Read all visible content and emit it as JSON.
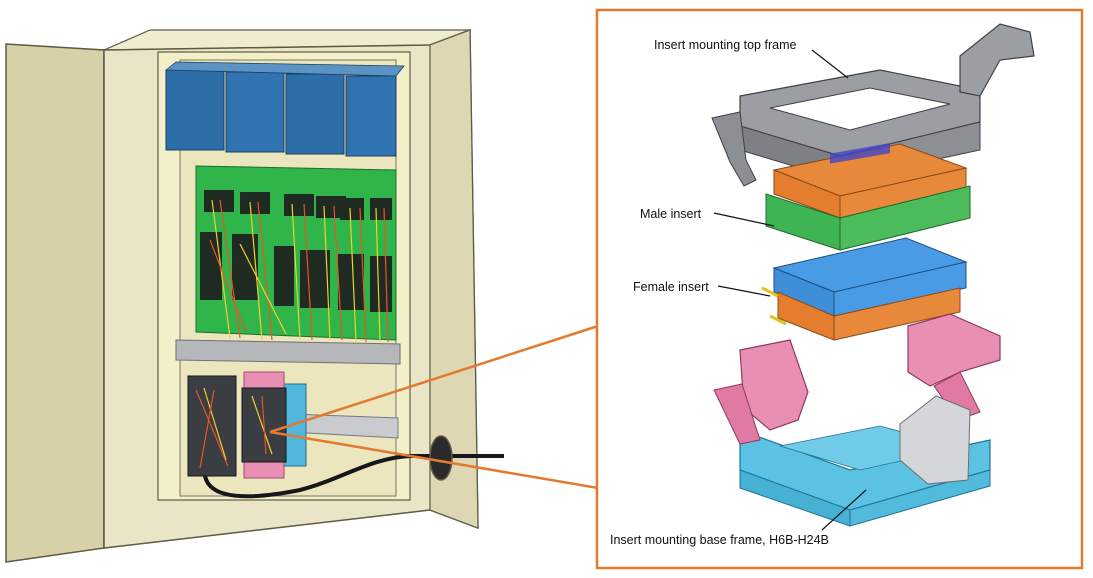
{
  "labels": {
    "top_frame": "Insert mounting top frame",
    "male_insert": "Male insert",
    "female_insert": "Female insert",
    "base_frame": "Insert mounting base frame, H6B-H24B"
  },
  "colors": {
    "cabinet_body": "#e9e5c6",
    "cabinet_inner": "#f3efc9",
    "module_blue": "#2c6ea8",
    "circuit_green": "#2fb54a",
    "callout_orange": "#e27a2f",
    "frame_gray": "#8c8f94",
    "male_orange": "#e8883a",
    "male_green": "#4cbb5c",
    "female_blue": "#4a9be6",
    "base_cyan": "#5cc2e3",
    "base_pink": "#ea8fb4"
  }
}
